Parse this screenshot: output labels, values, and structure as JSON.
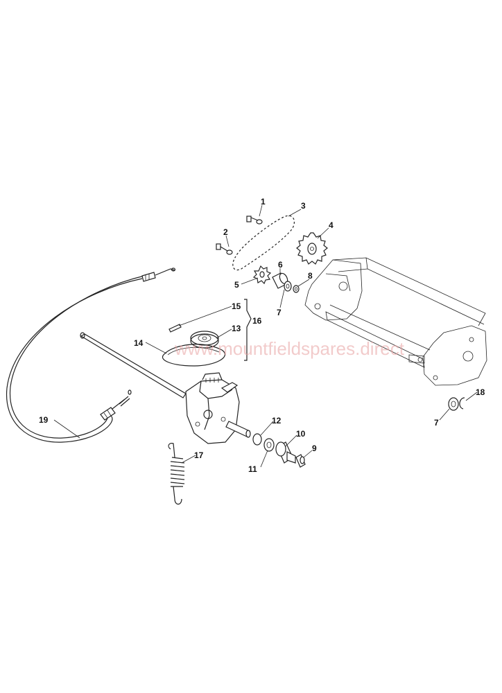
{
  "watermark": "www.mountfieldspares.direct",
  "labels": {
    "p1": "1",
    "p2": "2",
    "p3": "3",
    "p4": "4",
    "p5": "5",
    "p6": "6",
    "p7a": "7",
    "p7b": "7",
    "p8": "8",
    "p9": "9",
    "p10": "10",
    "p11": "11",
    "p12": "12",
    "p13": "13",
    "p14": "14",
    "p15": "15",
    "p16": "16",
    "p17": "17",
    "p18": "18",
    "p19": "19"
  }
}
